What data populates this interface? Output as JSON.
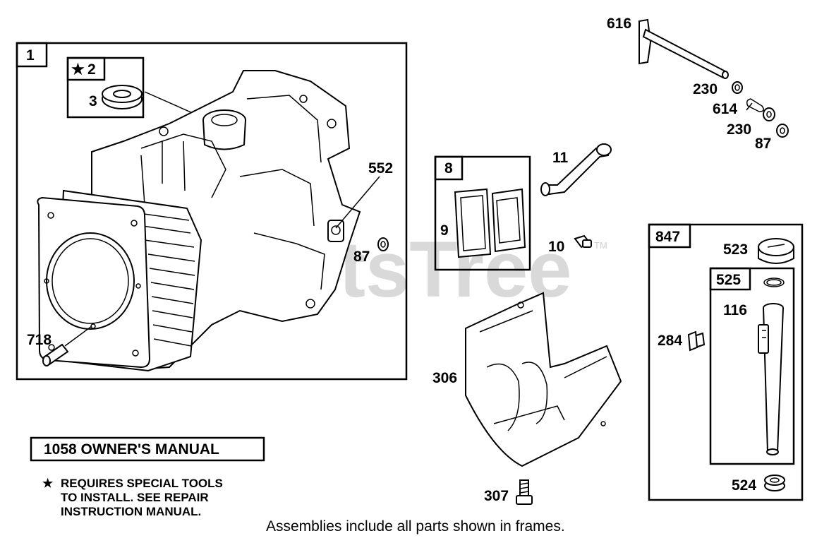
{
  "watermark": "PartsTree",
  "trademark": "TM",
  "frames": {
    "f1": "1",
    "f2": "2",
    "f2_star": "★",
    "f8": "8",
    "f847": "847",
    "f525": "525"
  },
  "callouts": {
    "c616": "616",
    "c230a": "230",
    "c614": "614",
    "c230b": "230",
    "c87a": "87",
    "c11": "11",
    "c552": "552",
    "c3": "3",
    "c87b": "87",
    "c9": "9",
    "c10": "10",
    "c718": "718",
    "c306": "306",
    "c523": "523",
    "c116": "116",
    "c284": "284",
    "c524": "524",
    "c307": "307"
  },
  "manual_box": "1058 OWNER'S MANUAL",
  "note": {
    "star": "★",
    "line1": "REQUIRES SPECIAL TOOLS",
    "line2": "TO INSTALL.  SEE REPAIR",
    "line3": "INSTRUCTION MANUAL."
  },
  "caption": "Assemblies include all parts shown in frames."
}
